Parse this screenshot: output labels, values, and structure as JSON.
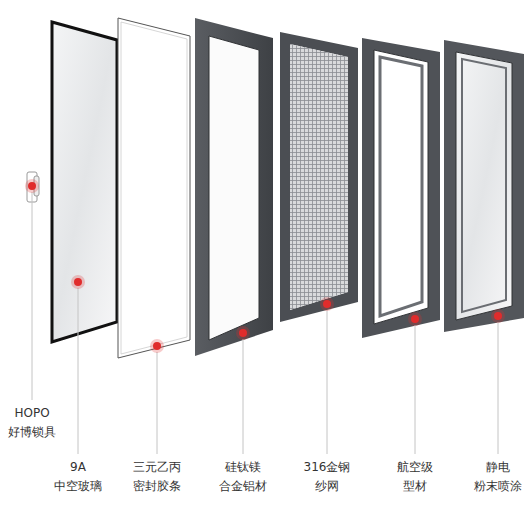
{
  "diagram": {
    "labels": [
      "HOPO 好博锁具",
      "9A 中空玻璃",
      "三元乙丙 密封胶条",
      "硅钛镁 合金铝材",
      "316金钢 纱网",
      "航空级 型材",
      "静电 粉末喷涂"
    ]
  }
}
